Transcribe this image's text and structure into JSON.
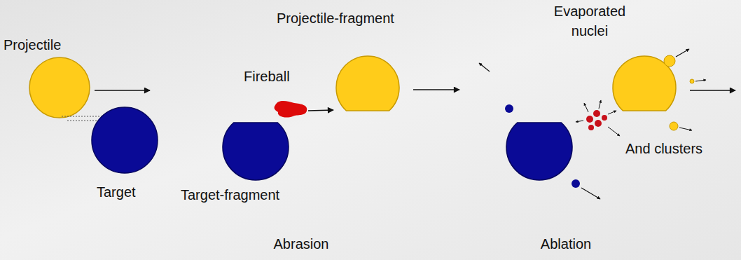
{
  "diagram": {
    "labels": [
      "Projectile",
      "Projectile-fragment",
      "Fireball",
      "Evaporated nuclei",
      "Target",
      "Target-fragment",
      "And clusters",
      "Abrasion",
      "Ablation"
    ]
  }
}
